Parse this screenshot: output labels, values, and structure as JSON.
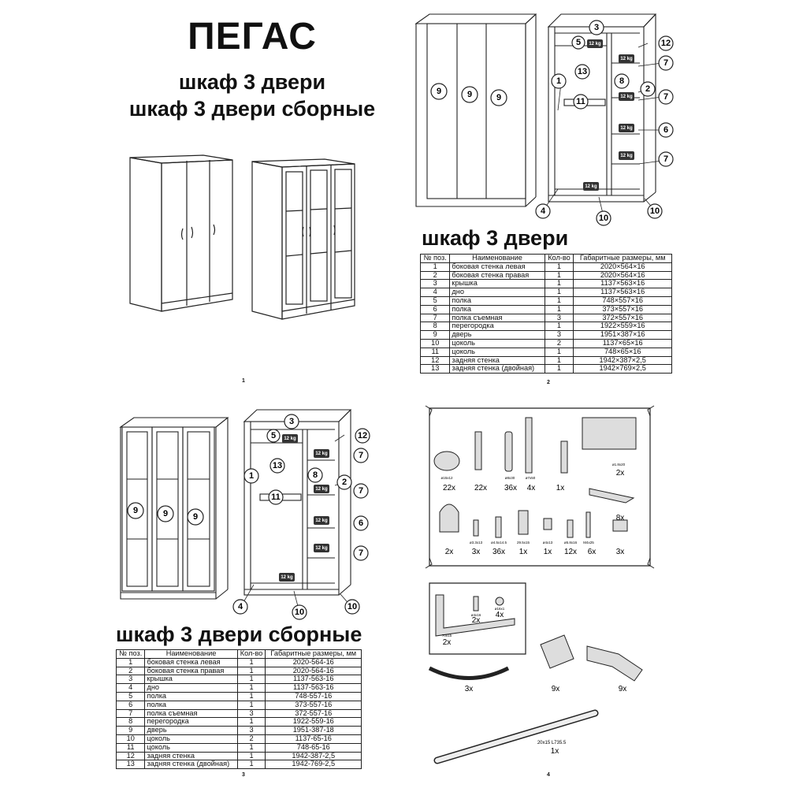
{
  "header": {
    "title": "ПЕГАС",
    "subtitle_1": "шкаф 3 двери",
    "subtitle_2": "шкаф 3 двери сборные"
  },
  "pages": [
    "1",
    "2",
    "3",
    "4"
  ],
  "panel2": {
    "heading": "шкаф 3 двери",
    "door_labels": [
      "9",
      "9",
      "9"
    ],
    "part_labels": [
      "3",
      "5",
      "12",
      "7",
      "1",
      "13",
      "8",
      "2",
      "7",
      "11",
      "6",
      "7",
      "4",
      "10",
      "10"
    ],
    "weight": "12 kg"
  },
  "panel3": {
    "heading": "шкаф 3 двери сборные",
    "door_labels": [
      "9",
      "9",
      "9"
    ],
    "part_labels": [
      "3",
      "5",
      "12",
      "7",
      "1",
      "13",
      "8",
      "2",
      "7",
      "11",
      "6",
      "7",
      "4",
      "10",
      "10"
    ],
    "weight": "12 kg"
  },
  "table_headers": [
    "№ поз.",
    "Наименование",
    "Кол-во",
    "Габаритные размеры, мм"
  ],
  "table1": [
    [
      "1",
      "боковая стенка левая",
      "1",
      "2020×564×16"
    ],
    [
      "2",
      "боковая стенка правая",
      "1",
      "2020×564×16"
    ],
    [
      "3",
      "крышка",
      "1",
      "1137×563×16"
    ],
    [
      "4",
      "дно",
      "1",
      "1137×563×16"
    ],
    [
      "5",
      "полка",
      "1",
      "748×557×16"
    ],
    [
      "6",
      "полка",
      "1",
      "373×557×16"
    ],
    [
      "7",
      "полка съемная",
      "3",
      "372×557×16"
    ],
    [
      "8",
      "перегородка",
      "1",
      "1922×559×16"
    ],
    [
      "9",
      "дверь",
      "3",
      "1951×387×16"
    ],
    [
      "10",
      "цоколь",
      "2",
      "1137×65×16"
    ],
    [
      "11",
      "цоколь",
      "1",
      "748×65×16"
    ],
    [
      "12",
      "задняя стенка",
      "1",
      "1942×387×2,5"
    ],
    [
      "13",
      "задняя стенка (двойная)",
      "1",
      "1942×769×2,5"
    ]
  ],
  "table2": [
    [
      "1",
      "боковая стенка левая",
      "1",
      "2020-564-16"
    ],
    [
      "2",
      "боковая стенка правая",
      "1",
      "2020-564-16"
    ],
    [
      "3",
      "крышка",
      "1",
      "1137-563-16"
    ],
    [
      "4",
      "дно",
      "1",
      "1137-563-16"
    ],
    [
      "5",
      "полка",
      "1",
      "748-557-16"
    ],
    [
      "6",
      "полка",
      "1",
      "373-557-16"
    ],
    [
      "7",
      "полка съемная",
      "3",
      "372-557-16"
    ],
    [
      "8",
      "перегородка",
      "1",
      "1922-559-16"
    ],
    [
      "9",
      "дверь",
      "3",
      "1951-387-18"
    ],
    [
      "10",
      "цоколь",
      "2",
      "1137-65-16"
    ],
    [
      "11",
      "цоколь",
      "1",
      "748-65-16"
    ],
    [
      "12",
      "задняя стенка",
      "1",
      "1942-387-2,5"
    ],
    [
      "13",
      "задняя стенка (двойная)",
      "1",
      "1942-769-2,5"
    ]
  ],
  "hardware": {
    "row1": [
      {
        "dim": "ø15x12",
        "qty": "22x"
      },
      {
        "dim": "",
        "qty": "22x"
      },
      {
        "dim": "ø8x30",
        "qty": "36x"
      },
      {
        "dim": "ø7x50",
        "qty": "4x"
      },
      {
        "dim": "",
        "qty": "1x"
      },
      {
        "dim": "ø1.8x20",
        "qty": "2x"
      }
    ],
    "row2": [
      {
        "dim": "",
        "qty": "2x"
      },
      {
        "dim": "ø3.3x13",
        "qty": "3x"
      },
      {
        "dim": "ø4.5x14.5",
        "qty": "36x"
      },
      {
        "dim": "29.5x15",
        "qty": "1x"
      },
      {
        "dim": "ø4x13",
        "qty": "1x"
      },
      {
        "dim": "ø5.8x16",
        "qty": "12x"
      },
      {
        "dim": "M4x25",
        "qty": "6x"
      },
      {
        "dim": "",
        "qty": "3x"
      },
      {
        "dim": "",
        "qty": "8x"
      }
    ],
    "bracket": {
      "dim": "70x15",
      "qty": "2x"
    },
    "screw": {
      "dim": "ø4x16",
      "qty": "2x"
    },
    "washer": {
      "dim": "ø16x1",
      "qty": "4x"
    },
    "arc_qty": "3x",
    "hinge_plate_qty": "9x",
    "hinge_qty": "9x",
    "rod": {
      "dim": "20x15  L735.5",
      "qty": "1x"
    }
  }
}
